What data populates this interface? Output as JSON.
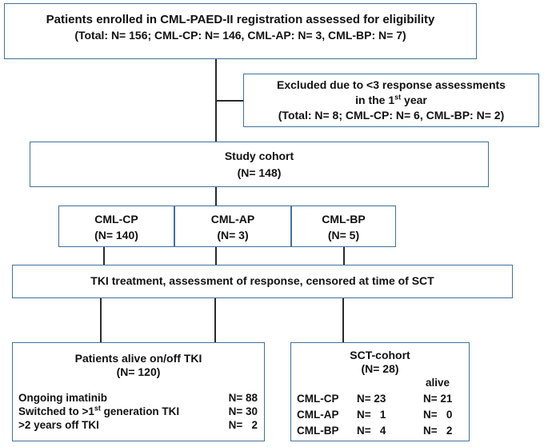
{
  "enrolled": {
    "title": "Patients enrolled in CML-PAED-II registration assessed for eligibility",
    "counts": "(Total: N= 156; CML-CP: N= 146, CML-AP: N= 3, CML-BP: N= 7)"
  },
  "excluded": {
    "line1": "Excluded due to <3 response assessments",
    "line2_pre": "in the 1",
    "line2_sup": "st",
    "line2_post": " year",
    "counts": "(Total: N= 8; CML-CP: N= 6, CML-BP: N= 2)"
  },
  "study_cohort": {
    "title": "Study cohort",
    "n": "(N= 148)"
  },
  "phases": [
    {
      "label": "CML-CP",
      "n": "(N= 140)"
    },
    {
      "label": "CML-AP",
      "n": "(N= 3)"
    },
    {
      "label": "CML-BP",
      "n": "(N= 5)"
    }
  ],
  "tki": {
    "label": "TKI treatment, assessment of response, censored at time of SCT"
  },
  "alive_cohort": {
    "title": "Patients alive on/off TKI",
    "n": "(N= 120)",
    "rows": [
      {
        "label": "Ongoing imatinib",
        "value": "N= 88"
      },
      {
        "label_pre": "Switched to >1",
        "label_sup": "st",
        "label_post": " generation TKI",
        "value": "N= 30"
      },
      {
        "label": ">2 years off TKI",
        "value": "N=   2"
      }
    ]
  },
  "sct_cohort": {
    "title": "SCT-cohort",
    "n": "(N= 28)",
    "alive_header": "alive",
    "rows": [
      {
        "phase": "CML-CP",
        "n": "N= 23",
        "alive": "N= 21"
      },
      {
        "phase": "CML-AP",
        "n": "N=   1",
        "alive": "N=   0"
      },
      {
        "phase": "CML-BP",
        "n": "N=   4",
        "alive": "N=   2"
      }
    ]
  }
}
